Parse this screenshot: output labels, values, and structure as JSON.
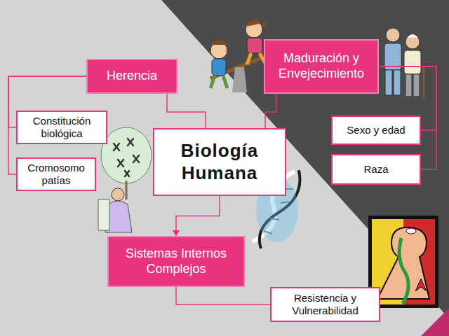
{
  "diagram": {
    "title": "Biología Humana",
    "nodes": [
      {
        "text": [
          "Herencia"
        ]
      },
      {
        "text": [
          "Maduración y Envejecimiento"
        ]
      },
      {
        "text": [
          "Constitución biológica"
        ]
      },
      {
        "text": [
          "Cromosomo patías"
        ]
      },
      {
        "text": [
          "Biología Humana"
        ]
      },
      {
        "text": [
          "Sexo y edad"
        ]
      },
      {
        "text": [
          "Raza"
        ]
      },
      {
        "text": [
          "Sistemas Internos Complejos"
        ]
      },
      {
        "text": [
          "Resistencia y Vulnerabilidad"
        ]
      }
    ],
    "edges": [
      {
        "from": 0,
        "to": 2,
        "arrow": "none"
      },
      {
        "from": 0,
        "to": 3,
        "arrow": "none"
      },
      {
        "from": 0,
        "to": 4,
        "arrow": "none"
      },
      {
        "from": 1,
        "to": 4,
        "arrow": "none"
      },
      {
        "from": 1,
        "to": 5,
        "arrow": "none"
      },
      {
        "from": 1,
        "to": 6,
        "arrow": "none"
      },
      {
        "from": 4,
        "to": 7,
        "arrow": "to"
      },
      {
        "from": 7,
        "to": 8,
        "arrow": "none"
      }
    ]
  }
}
